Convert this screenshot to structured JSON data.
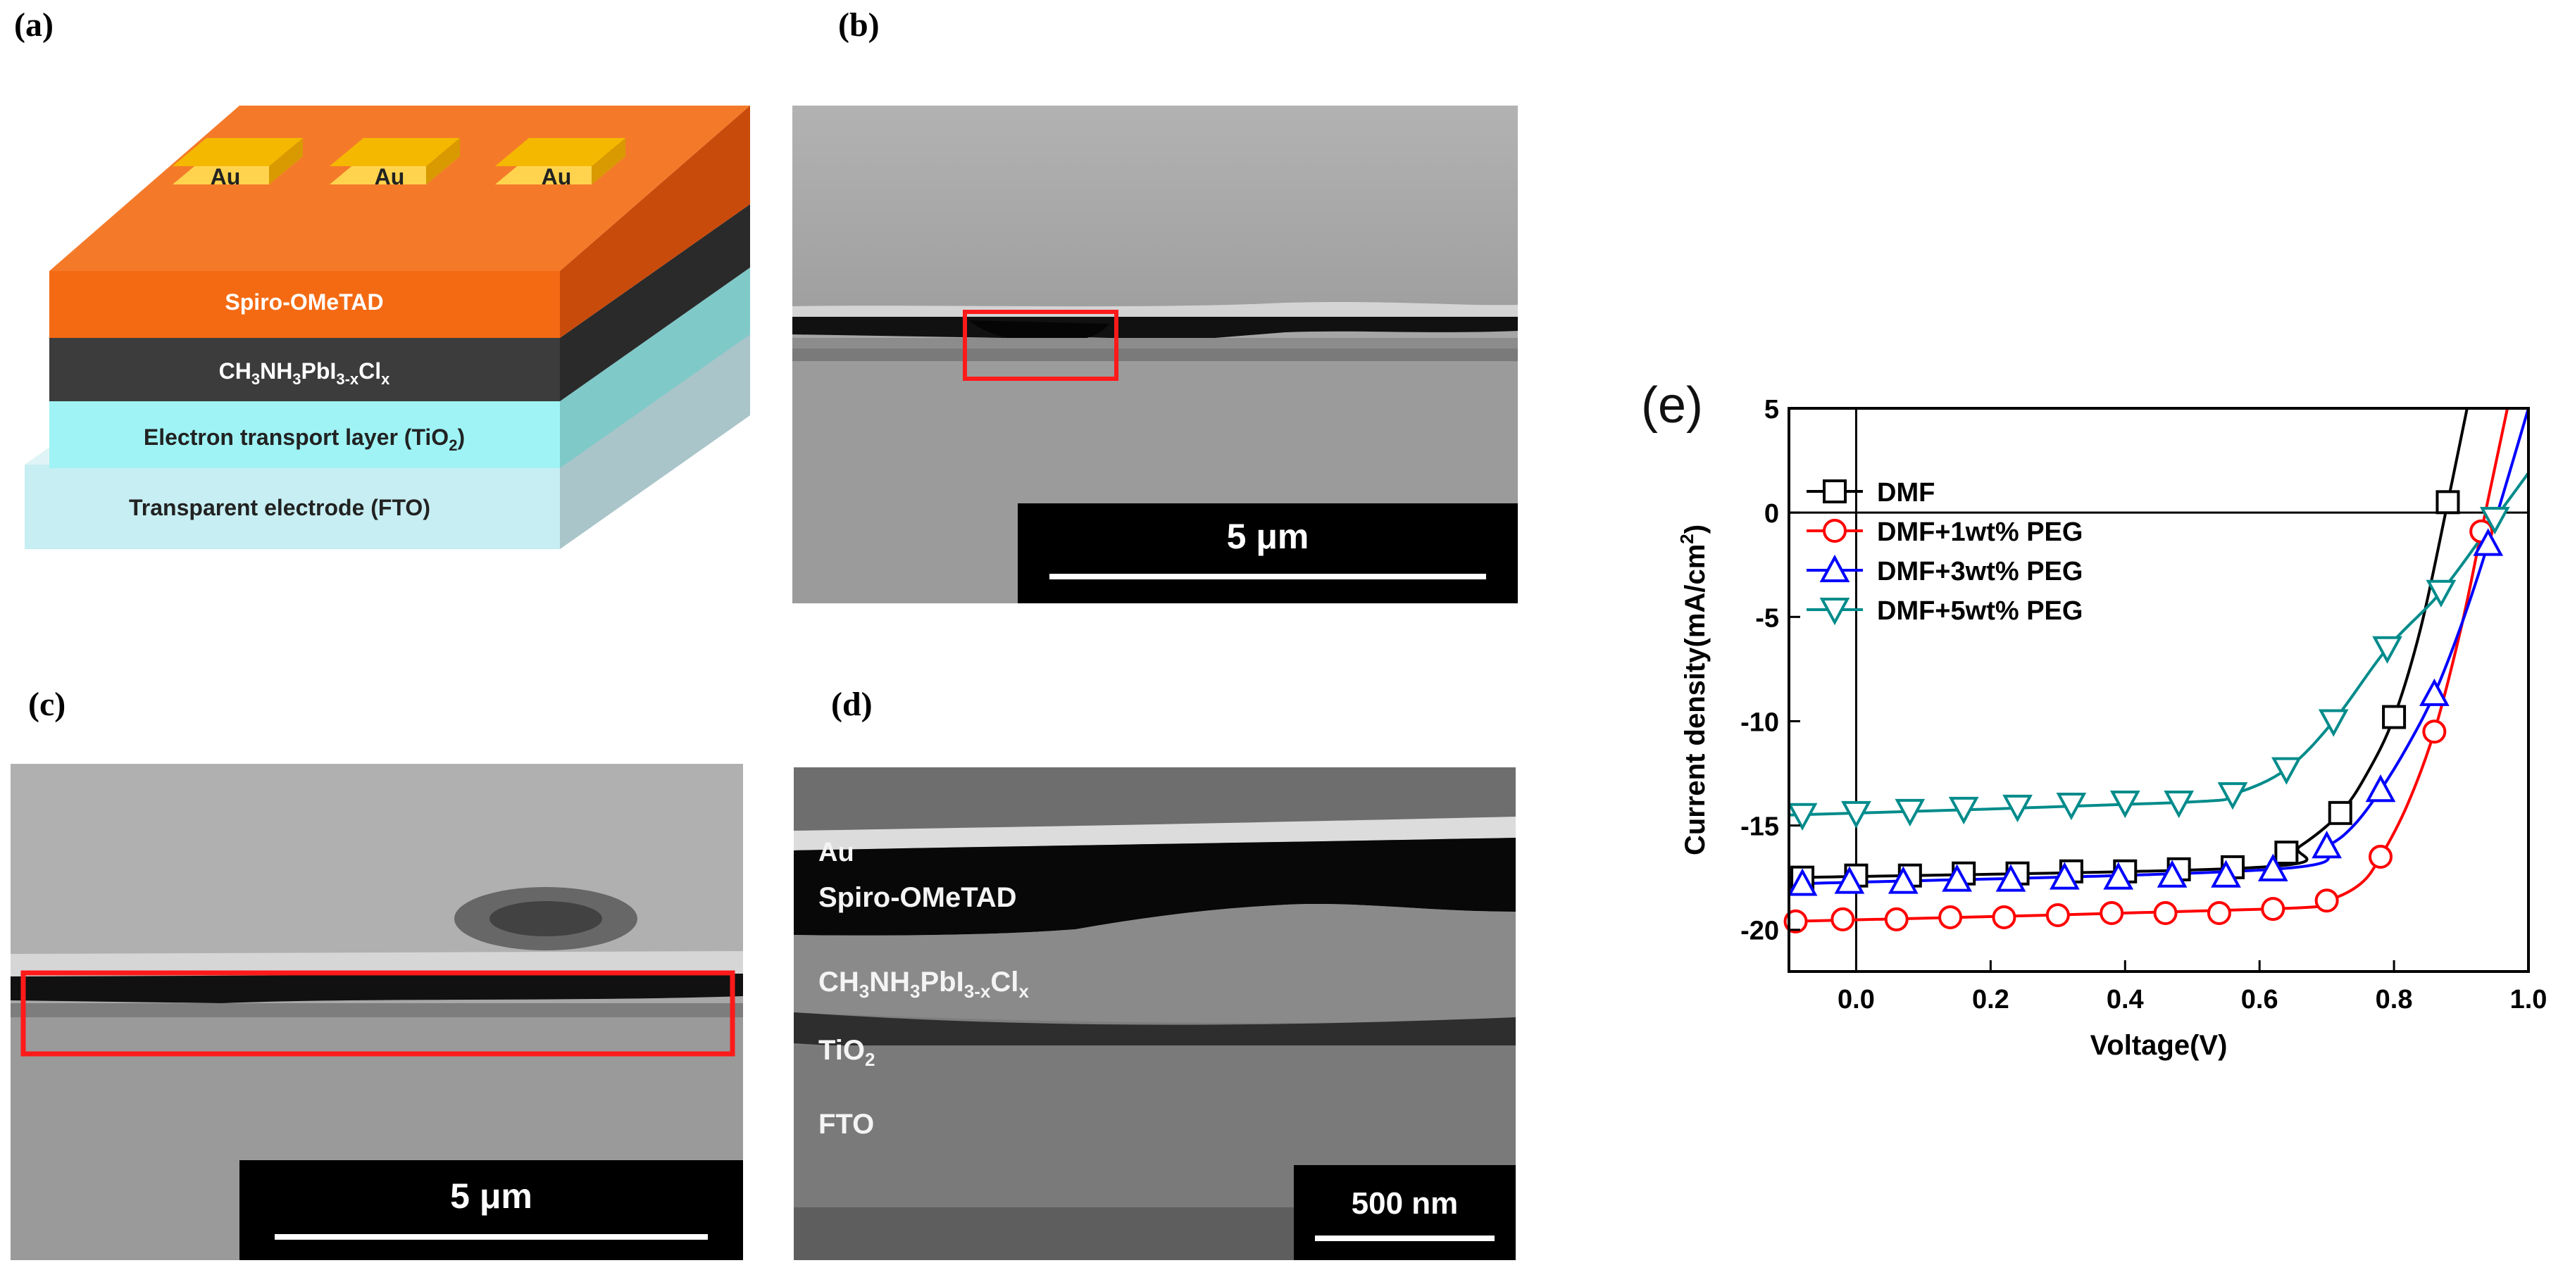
{
  "panels": {
    "a": {
      "label": "(a)",
      "contacts": [
        "Au",
        "Au",
        "Au"
      ],
      "layers": {
        "htl": "Spiro-OMeTAD",
        "perovskite": {
          "base": "CH",
          "s1": "3",
          "mid1": "NH",
          "s2": "3",
          "mid2": "PbI",
          "s3": "3-x",
          "mid3": "Cl",
          "s4": "x"
        },
        "etl": {
          "base": "Electron transport layer (TiO",
          "s1": "2",
          "end": ")"
        },
        "electrode": "Transparent electrode (FTO)"
      },
      "colors": {
        "gold": "#f5b800",
        "orange": "#f46a13",
        "dark": "#3c3c3c",
        "cyan": "#9ff3f5",
        "fto": "#c7eef2"
      }
    },
    "b": {
      "label": "(b)",
      "scalebar": "5 μm"
    },
    "c": {
      "label": "(c)",
      "scalebar": "5 μm"
    },
    "d": {
      "label": "(d)",
      "scalebar": "500 nm",
      "layers": {
        "au": "Au",
        "spiro": "Spiro-OMeTAD",
        "perovskite": {
          "base": "CH",
          "s1": "3",
          "mid1": "NH",
          "s2": "3",
          "mid2": "PbI",
          "s3": "3-x",
          "mid3": "Cl",
          "s4": "x"
        },
        "tio2": {
          "base": "TiO",
          "s1": "2"
        },
        "fto": "FTO"
      }
    },
    "e": {
      "label": "(e)"
    }
  },
  "chart_data": {
    "type": "line",
    "xlabel": "Voltage(V)",
    "ylabel": {
      "base": "Current density(mA/cm",
      "sup": "2",
      "end": ")"
    },
    "xlim": [
      -0.1,
      1.0
    ],
    "ylim": [
      -22,
      5
    ],
    "xticks": [
      0.0,
      0.2,
      0.4,
      0.6,
      0.8,
      1.0
    ],
    "yticks": [
      5,
      0,
      -5,
      -10,
      -15,
      -20
    ],
    "xtick_labels": [
      "0.0",
      "0.2",
      "0.4",
      "0.6",
      "0.8",
      "1.0"
    ],
    "ytick_labels": [
      "5",
      "0",
      "-5",
      "-10",
      "-15",
      "-20"
    ],
    "legend_position": "top-left",
    "series": [
      {
        "name": "DMF",
        "color": "#000000",
        "marker": "square",
        "x": [
          -0.08,
          0.0,
          0.08,
          0.16,
          0.24,
          0.32,
          0.4,
          0.48,
          0.56,
          0.64,
          0.72,
          0.8,
          0.88
        ],
        "y": [
          -17.5,
          -17.4,
          -17.4,
          -17.3,
          -17.3,
          -17.2,
          -17.2,
          -17.1,
          -17.0,
          -16.3,
          -14.4,
          -9.8,
          0.5
        ],
        "curve": [
          [
            -0.1,
            -17.5
          ],
          [
            0.6,
            -17.0
          ],
          [
            0.66,
            -16.0
          ],
          [
            0.72,
            -14.4
          ],
          [
            0.76,
            -12.5
          ],
          [
            0.8,
            -9.8
          ],
          [
            0.84,
            -5.5
          ],
          [
            0.88,
            0.5
          ],
          [
            0.91,
            5.2
          ]
        ]
      },
      {
        "name": "DMF+1wt% PEG",
        "color": "#ff0000",
        "marker": "circle",
        "x": [
          -0.09,
          -0.02,
          0.06,
          0.14,
          0.22,
          0.3,
          0.38,
          0.46,
          0.54,
          0.62,
          0.7,
          0.78,
          0.86,
          0.93
        ],
        "y": [
          -19.6,
          -19.5,
          -19.5,
          -19.4,
          -19.4,
          -19.3,
          -19.2,
          -19.2,
          -19.2,
          -19.0,
          -18.6,
          -16.5,
          -10.5,
          -0.9
        ],
        "curve": [
          [
            -0.1,
            -19.6
          ],
          [
            0.62,
            -19.0
          ],
          [
            0.7,
            -18.6
          ],
          [
            0.75,
            -17.8
          ],
          [
            0.78,
            -16.5
          ],
          [
            0.82,
            -14.0
          ],
          [
            0.86,
            -10.5
          ],
          [
            0.9,
            -5.5
          ],
          [
            0.93,
            -0.9
          ],
          [
            0.97,
            5.2
          ]
        ]
      },
      {
        "name": "DMF+3wt% PEG",
        "color": "#0000ff",
        "marker": "triangle-up",
        "x": [
          -0.08,
          -0.01,
          0.07,
          0.15,
          0.23,
          0.31,
          0.39,
          0.47,
          0.55,
          0.62,
          0.7,
          0.78,
          0.86,
          0.94
        ],
        "y": [
          -17.8,
          -17.7,
          -17.7,
          -17.6,
          -17.6,
          -17.5,
          -17.5,
          -17.4,
          -17.4,
          -17.1,
          -16.0,
          -13.3,
          -8.7,
          -1.5
        ],
        "curve": [
          [
            -0.1,
            -17.8
          ],
          [
            0.62,
            -17.1
          ],
          [
            0.7,
            -16.0
          ],
          [
            0.74,
            -15.0
          ],
          [
            0.78,
            -13.3
          ],
          [
            0.82,
            -11.2
          ],
          [
            0.86,
            -8.7
          ],
          [
            0.9,
            -5.4
          ],
          [
            0.94,
            -1.5
          ],
          [
            1.0,
            5.0
          ]
        ]
      },
      {
        "name": "DMF+5wt% PEG",
        "color": "#008b8b",
        "marker": "triangle-down",
        "x": [
          -0.08,
          0.0,
          0.08,
          0.16,
          0.24,
          0.32,
          0.4,
          0.48,
          0.56,
          0.64,
          0.71,
          0.79,
          0.87,
          0.95
        ],
        "y": [
          -14.5,
          -14.4,
          -14.3,
          -14.2,
          -14.1,
          -14.0,
          -13.9,
          -13.9,
          -13.5,
          -12.3,
          -10.0,
          -6.5,
          -3.8,
          -0.3
        ],
        "curve": [
          [
            -0.1,
            -14.5
          ],
          [
            0.48,
            -13.9
          ],
          [
            0.56,
            -13.5
          ],
          [
            0.64,
            -12.3
          ],
          [
            0.71,
            -10.0
          ],
          [
            0.79,
            -6.5
          ],
          [
            0.87,
            -3.8
          ],
          [
            0.95,
            -0.3
          ],
          [
            1.0,
            1.9
          ]
        ]
      }
    ]
  }
}
